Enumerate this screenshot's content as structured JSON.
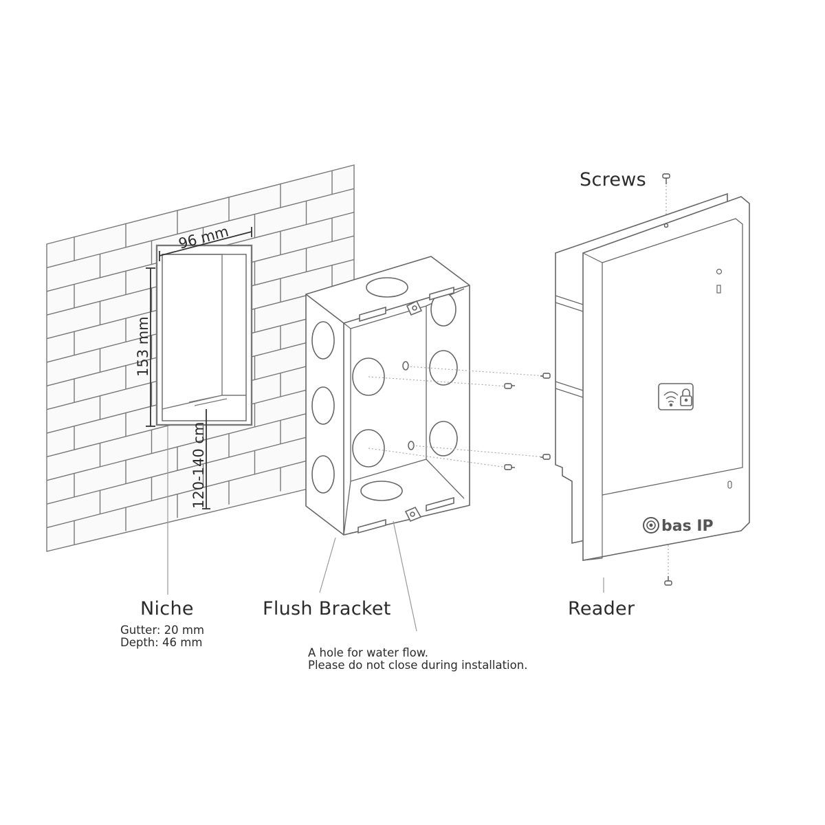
{
  "labels": {
    "screws": "Screws",
    "niche": "Niche",
    "niche_gutter": "Gutter: 20 mm",
    "niche_depth": "Depth: 46 mm",
    "flush_bracket": "Flush Bracket",
    "reader": "Reader",
    "water_note_line1": "A hole for water flow.",
    "water_note_line2": "Please do not close during installation."
  },
  "dimensions": {
    "width": "96 mm",
    "height": "153 mm",
    "mount_height": "120-140 cm"
  },
  "reader": {
    "brand": "bas IP",
    "card_icon": "wifi-card-lock-icon"
  },
  "colors": {
    "line": "#555555",
    "thin": "#888888",
    "text": "#2b2b2b"
  }
}
